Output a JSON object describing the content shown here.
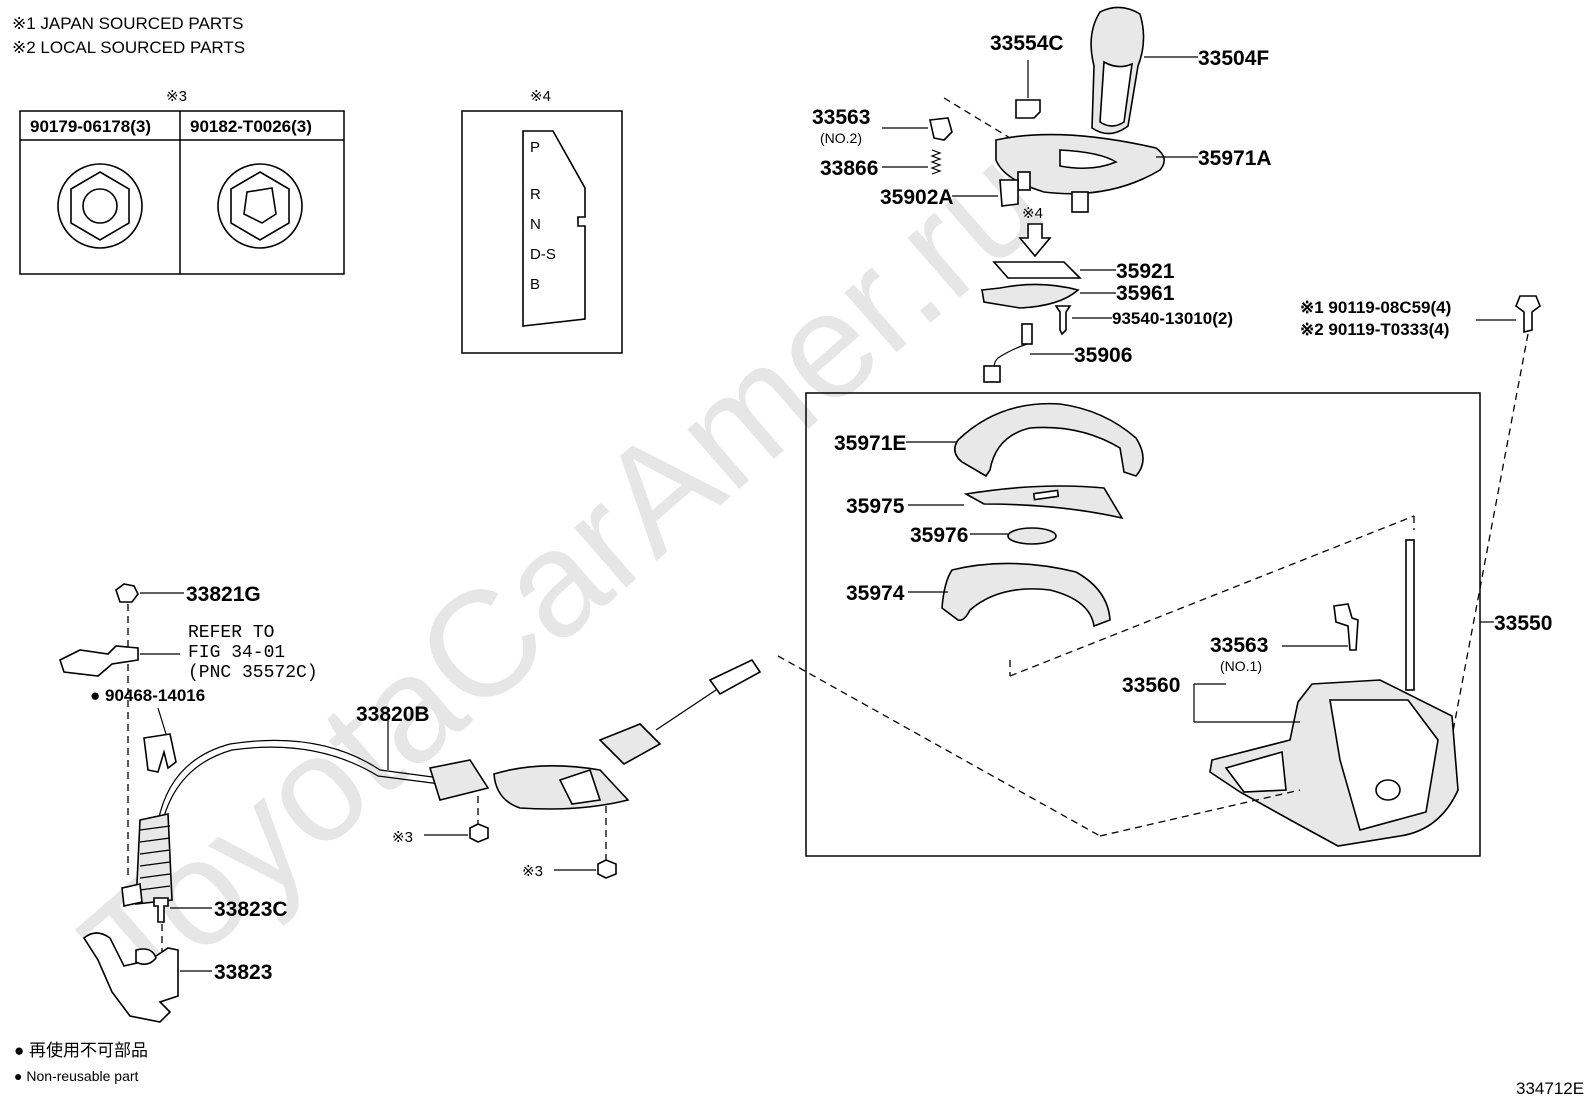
{
  "watermark": "ToyotaCarAmer.ru",
  "legend_top": {
    "note1": "※1 JAPAN SOURCED PARTS",
    "note2": "※2 LOCAL SOURCED PARTS"
  },
  "inset3": {
    "marker": "※3",
    "left_part": "90179-06178(3)",
    "right_part": "90182-T0026(3)"
  },
  "inset4": {
    "marker": "※4",
    "positions": [
      "P",
      "R",
      "N",
      "D-S",
      "B"
    ]
  },
  "parts": {
    "p33554C": "33554C",
    "p33504F": "33504F",
    "p33563a": "33563",
    "p33563a_sub": "(NO.2)",
    "p33866": "33866",
    "p35971A": "35971A",
    "p35902A": "35902A",
    "marker4": "※4",
    "p35921": "35921",
    "p35961": "35961",
    "p93540": "93540-13010(2)",
    "p35906": "35906",
    "bolt1": "※1 90119-08C59(4)",
    "bolt2": "※2 90119-T0333(4)",
    "p35971E": "35971E",
    "p35975": "35975",
    "p35976": "35976",
    "p35974": "35974",
    "p33550": "33550",
    "p33563b": "33563",
    "p33563b_sub": "(NO.1)",
    "p33560": "33560",
    "p33821G": "33821G",
    "refer1": "REFER TO",
    "refer2": "FIG 34-01",
    "refer3": "(PNC 35572C)",
    "p90468": "● 90468-14016",
    "p33820B": "33820B",
    "nut3a": "※3",
    "nut3b": "※3",
    "p33823C": "33823C",
    "p33823": "33823"
  },
  "legend_bottom": {
    "jp": "● 再使用不可部品",
    "en": "● Non-reusable part"
  },
  "illustration_id": "334712E"
}
